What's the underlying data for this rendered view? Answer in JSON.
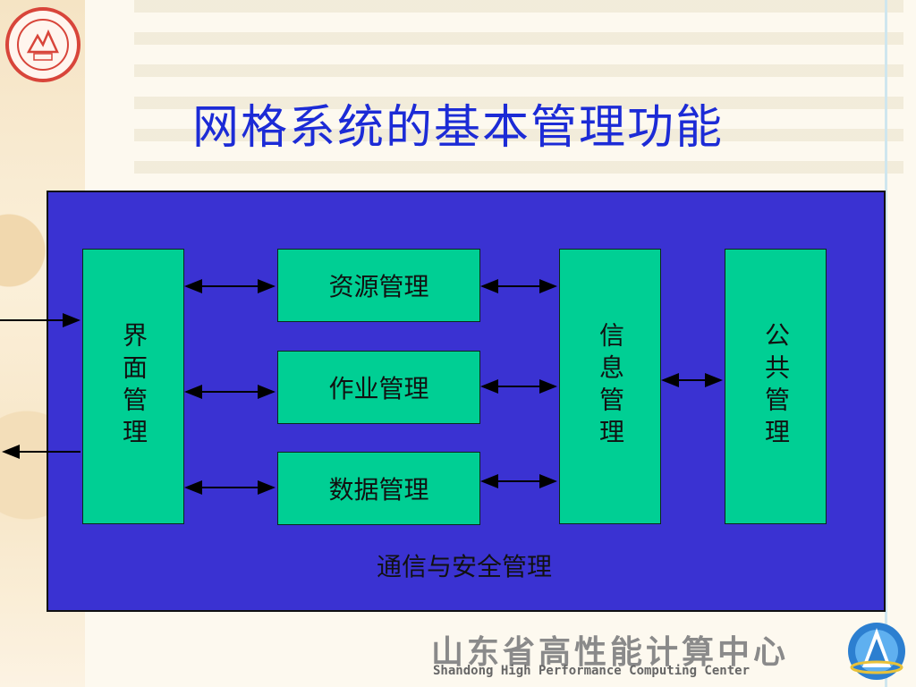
{
  "title": "网格系统的基本管理功能",
  "diagram": {
    "left_box": "界面管理",
    "middle_boxes": [
      "资源管理",
      "作业管理",
      "数据管理"
    ],
    "info_box": "信息管理",
    "public_box": "公共管理",
    "bottom_label": "通信与安全管理"
  },
  "footer": {
    "name_cn": "山东省高性能计算中心",
    "name_en": "Shandong High Performance Computing Center"
  },
  "colors": {
    "panel": "#3a32d2",
    "box": "#00cf94",
    "title": "#1c2bd6"
  }
}
